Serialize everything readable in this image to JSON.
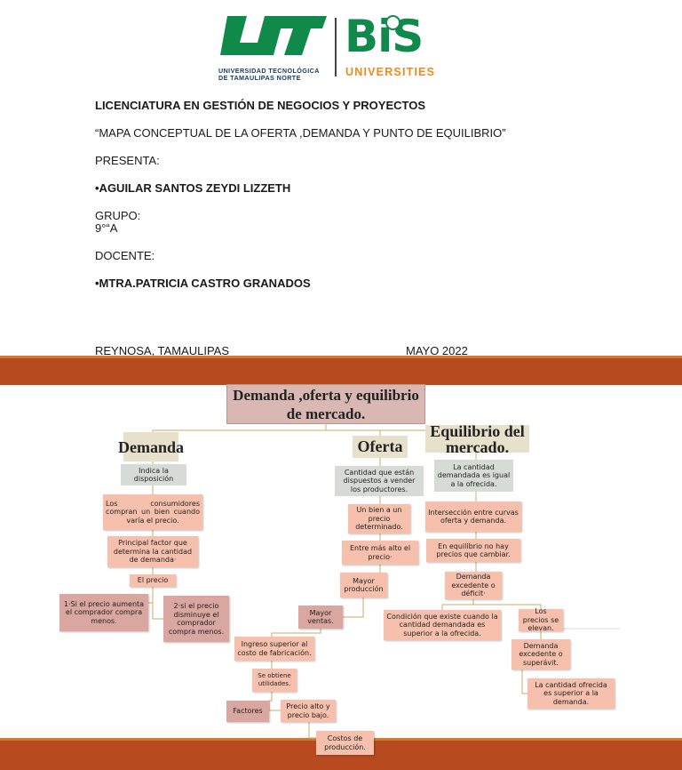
{
  "header": {
    "ut_logo_line1": "UNIVERSIDAD TECNOLÓGICA",
    "ut_logo_line2": "DE TAMAULIPAS NORTE",
    "bis_logo_text": "BiS",
    "bis_logo_sub": "UNIVERSITIES"
  },
  "cover": {
    "degree": "LICENCIATURA EN GESTIÓN DE NEGOCIOS Y PROYECTOS",
    "work_title": "“MAPA CONCEPTUAL DE LA OFERTA ,DEMANDA Y PUNTO DE EQUILIBRIO”",
    "presenta_label": "PRESENTA:",
    "student": "•AGUILAR SANTOS ZEYDI LIZZETH",
    "group_label": "GRUPO:",
    "group_value": "9°“A",
    "teacher_label": "DOCENTE:",
    "teacher": "•MTRA.PATRICIA CASTRO GRANADOS",
    "place": "REYNOSA, TAMAULIPAS",
    "date": "MAYO 2022"
  },
  "colors": {
    "band": "#b84a1f",
    "band_trim": "#d27a2a",
    "node_pink": "#f6c0ac",
    "node_rose": "#d9a6a0",
    "node_gray": "#d7dbd5",
    "ut_green": "#0f8a4a",
    "ut_navy": "#163b6b",
    "bis_orange": "#f08a1e"
  },
  "map": {
    "title": "Demanda ,oferta y equilibrio de mercado.",
    "demanda": {
      "head": "Demanda",
      "indica": "Indica la disposición",
      "consumidores": "Los consumidores compran un bien cuando varía el precio.",
      "factor": "Principal factor que determina la cantidad de demanda·",
      "precio": "El precio",
      "aumenta": "1·Si el precio aumenta el comprador compra menos.",
      "disminuye": "2·si el precio disminuye el comprador compra menos."
    },
    "oferta": {
      "head": "Oferta",
      "cantidad": "Cantidad que están dispuestos a vender los productores.",
      "bien": "Un bien a un precio determinado.",
      "entre": "Entre más alto el precio·",
      "mayor_prod": "Mayor producción",
      "mayor_ventas": "Mayor ventas.",
      "ingreso": "Ingreso superior al costo de fabricación.",
      "utilidades": "Se obtiene utilidades.",
      "factores": "Factores",
      "precio_alto": "Precio alto y precio bajo.",
      "costos": "Costos de producción."
    },
    "equilibrio": {
      "head": "Equilibrio del mercado.",
      "igual": "La cantidad demandada es igual a la ofrecida.",
      "interseccion": "Intersección entre curvas oferta y demanda.",
      "sin_cambio": "En equilibrio no hay precios que cambiar.",
      "deficit": "Demanda excedente o déficit·",
      "condicion": "Condición que existe cuando la cantidad demandada es superior a la ofrecida.",
      "se_elevan": "Los precios se elevan.",
      "superavit": "Demanda excedente o superávit.",
      "ofrecida_superior": "La cantidad ofrecida es superior a la demanda."
    }
  }
}
